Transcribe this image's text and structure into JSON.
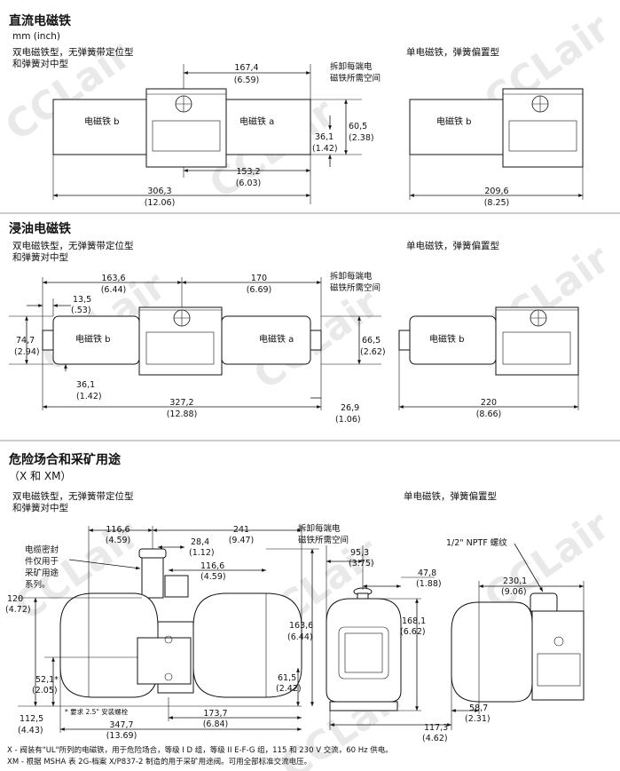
{
  "watermark": "CCLair",
  "section1": {
    "title": "直流电磁铁",
    "units": "mm (inch)",
    "left_caption_1": "双电磁铁型，无弹簧带定位型",
    "left_caption_2": "和弹簧对中型",
    "right_caption": "单电磁铁，弹簧偏置型",
    "coil_b": "电磁铁 b",
    "coil_a": "电磁铁 a",
    "removal_1": "拆卸每端电",
    "removal_2": "磁铁所需空间",
    "d_167_mm": "167,4",
    "d_167_in": "(6.59)",
    "d_605_mm": "60,5",
    "d_605_in": "(2.38)",
    "d_361_mm": "36,1",
    "d_361_in": "(1.42)",
    "d_1532_mm": "153,2",
    "d_1532_in": "(6.03)",
    "d_3063_mm": "306,3",
    "d_3063_in": "(12.06)",
    "d_2096_mm": "209,6",
    "d_2096_in": "(8.25)"
  },
  "section2": {
    "title": "浸油电磁铁",
    "left_caption_1": "双电磁铁型，无弹簧带定位型",
    "left_caption_2": "和弹簧对中型",
    "right_caption": "单电磁铁，弹簧偏置型",
    "coil_b": "电磁铁 b",
    "coil_a": "电磁铁 a",
    "removal_1": "拆卸每端电",
    "removal_2": "磁铁所需空间",
    "d_1636_mm": "163,6",
    "d_1636_in": "(6.44)",
    "d_170_mm": "170",
    "d_170_in": "(6.69)",
    "d_135_mm": "13,5",
    "d_135_in": "(.53)",
    "d_747_mm": "74,7",
    "d_747_in": "(2.94)",
    "d_665_mm": "66,5",
    "d_665_in": "(2.62)",
    "d_361_mm": "36,1",
    "d_361_in": "(1.42)",
    "d_3272_mm": "327,2",
    "d_3272_in": "(12.88)",
    "d_269_mm": "26,9",
    "d_269_in": "(1.06)",
    "d_220_mm": "220",
    "d_220_in": "(8.66)"
  },
  "section3": {
    "title": "危险场合和采矿用途",
    "title_2": "（X 和 XM）",
    "left_caption_1": "双电磁铁型，无弹簧带定位型",
    "left_caption_2": "和弹簧对中型",
    "right_caption": "单电磁铁，弹簧偏置型",
    "removal_1": "拆卸每端电",
    "removal_2": "磁铁所需空间",
    "cable_1": "电缆密封",
    "cable_2": "件仅用于",
    "cable_3": "采矿用途",
    "cable_4": "系列。",
    "nptf": "1/2\" NPTF 螺纹",
    "footnote_star": "* 要求 2.5\" 安装螺栓",
    "d_1166a_mm": "116,6",
    "d_1166a_in": "(4.59)",
    "d_241_mm": "241",
    "d_241_in": "(9.47)",
    "d_284_mm": "28,4",
    "d_284_in": "(1.12)",
    "d_1166b_mm": "116,6",
    "d_1166b_in": "(4.59)",
    "d_120_mm": "120",
    "d_120_in": "(4.72)",
    "d_1636_mm": "163,6",
    "d_1636_in": "(6.44)",
    "d_521_mm": "52,1*",
    "d_521_in": "(2.05)",
    "d_615_mm": "61,5",
    "d_615_in": "(2.42)",
    "d_1125_mm": "112,5",
    "d_1125_in": "(4.43)",
    "d_1737_mm": "173,7",
    "d_1737_in": "(6.84)",
    "d_3477_mm": "347,7",
    "d_3477_in": "(13.69)",
    "d_953_mm": "95,3",
    "d_953_in": "(3.75)",
    "d_478_mm": "47,8",
    "d_478_in": "(1.88)",
    "d_1681_mm": "168,1",
    "d_1681_in": "(6.62)",
    "d_587_mm": "58,7",
    "d_587_in": "(2.31)",
    "d_1173_mm": "117,3",
    "d_1173_in": "(4.62)",
    "d_2301_mm": "230,1",
    "d_2301_in": "(9.06)",
    "note_x": "X - 阀装有\"UL\"所列的电磁铁，用于危险场合，等级 I D 组，等级 II E-F-G 组，115 和 230 V 交流，60 Hz 供电。",
    "note_xm": "XM - 根据 MSHA 表 2G-档案 X/P837-2 制造的用于采矿用途阀。可用全部标准交流电压。"
  }
}
